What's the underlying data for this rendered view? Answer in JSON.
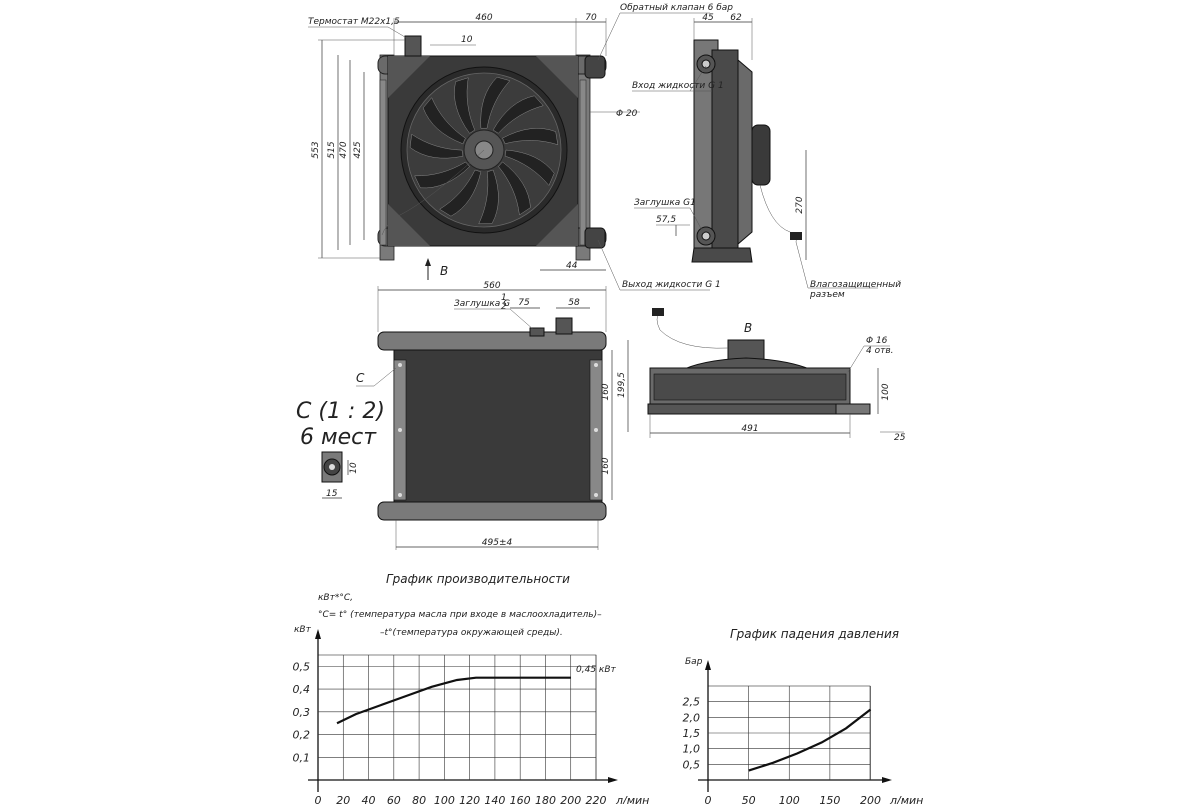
{
  "dimensions": {
    "front_width": "460",
    "pipe_offset": "70",
    "offset_10": "10",
    "h_553": "553",
    "h_515": "515",
    "h_470": "470",
    "h_425": "425",
    "d_20": "Φ 20",
    "dim_44": "44",
    "side_45": "45",
    "side_62": "62",
    "side_57_5": "57,5",
    "side_270": "270",
    "top_560": "560",
    "top_75": "75",
    "top_58": "58",
    "top_199_5": "199,5",
    "top_160a": "160",
    "top_160b": "160",
    "top_495": "495±4",
    "view_491": "491",
    "view_100": "100",
    "view_25": "25",
    "view_d16": "Φ 16",
    "view_4holes": "4 отв.",
    "detail_10": "10",
    "detail_15": "15"
  },
  "labels": {
    "thermostat": "Термостат М22х1,5",
    "check_valve": "Обратный клапан 6 бар",
    "fluid_inlet": "Вход жидкости G 1",
    "fluid_outlet": "Выход жидкости G 1",
    "plug_g1": "Заглушка G1",
    "plug_g12": "Заглушка G",
    "plug_frac_num": "1",
    "plug_frac_den": "2",
    "connector_line1": "Влагозащищенный",
    "connector_line2": "разъем",
    "view_b_arrow": "B",
    "view_b_title": "B",
    "c_label": "C",
    "detail_scale": "С (1 : 2)",
    "detail_count": "6 мест"
  },
  "chart_texts": {
    "perf_title": "График производительности",
    "perf_line1": "кВт*°С,",
    "perf_line2": "°С= t° (температура масла при входе в маслоохладитель)–",
    "perf_line3": "–t°(температура окружающей среды).",
    "perf_value_label": "0,45 кВт",
    "pressure_title": "График падения давления"
  },
  "chart_data": [
    {
      "type": "line",
      "title": "График производительности",
      "ylabel": "кВт",
      "xlabel": "л/мин",
      "x_ticks": [
        "0",
        "20",
        "40",
        "60",
        "80",
        "100",
        "120",
        "140",
        "160",
        "180",
        "200",
        "220"
      ],
      "y_ticks": [
        "0,1",
        "0,2",
        "0,3",
        "0,4",
        "0,5"
      ],
      "xlim": [
        0,
        220
      ],
      "ylim": [
        0,
        0.55
      ],
      "grid": true,
      "series": [
        {
          "x": [
            15,
            30,
            50,
            70,
            90,
            110,
            125,
            150,
            175,
            200
          ],
          "y": [
            0.25,
            0.29,
            0.33,
            0.37,
            0.41,
            0.44,
            0.45,
            0.45,
            0.45,
            0.45
          ]
        }
      ]
    },
    {
      "type": "line",
      "title": "График падения давления",
      "ylabel": "Бар",
      "xlabel": "л/мин",
      "x_ticks": [
        "0",
        "50",
        "100",
        "150",
        "200"
      ],
      "y_ticks": [
        "0,5",
        "1,0",
        "1,5",
        "2,0",
        "2,5"
      ],
      "xlim": [
        0,
        240
      ],
      "ylim": [
        0,
        3
      ],
      "grid": true,
      "series": [
        {
          "x": [
            50,
            80,
            110,
            140,
            170,
            200
          ],
          "y": [
            0.3,
            0.55,
            0.85,
            1.2,
            1.65,
            2.25
          ]
        }
      ]
    }
  ]
}
